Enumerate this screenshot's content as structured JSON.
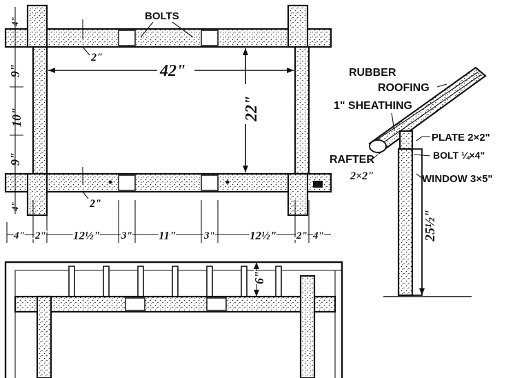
{
  "plan": {
    "bolts": "BOLTS",
    "dim_2_top": "2\"",
    "dim_42": "42\"",
    "dim_22": "22\"",
    "dim_2_bottom": "2\"",
    "left_dims": [
      "4\"",
      "9\"",
      "10\"",
      "9\"",
      "4\""
    ],
    "bottom_dims": [
      "4\"",
      "2\"",
      "12½\"",
      "3\"",
      "11\"",
      "3\"",
      "12½\"",
      "2\"",
      "4\""
    ]
  },
  "section": {
    "rubber": "RUBBER",
    "roofing": "ROOFING",
    "sheathing": "1\" SHEATHING",
    "plate": "PLATE 2×2\"",
    "bolt": "BOLT ¼×4\"",
    "rafter": "RAFTER",
    "rafter_size": "2×2\"",
    "window": "WINDOW 3×5\"",
    "height": "25½\""
  },
  "elevation": {
    "dim_6": "6\""
  }
}
